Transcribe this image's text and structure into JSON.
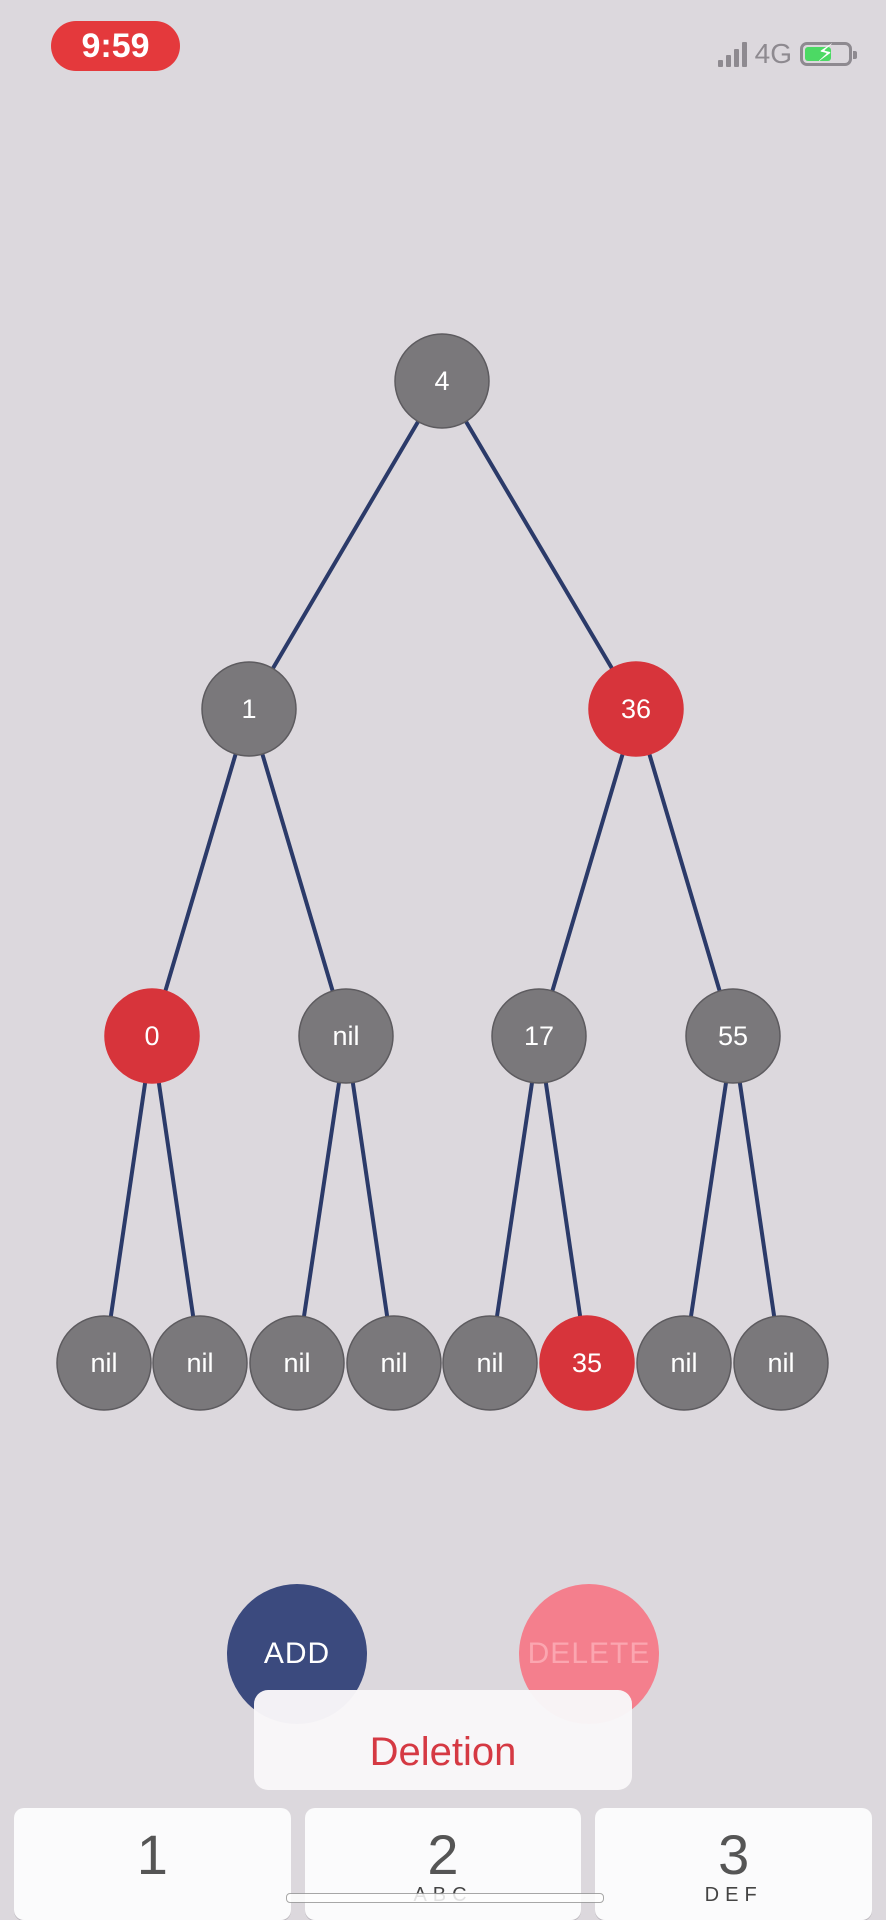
{
  "status_bar": {
    "time": "9:59",
    "network": "4G",
    "time_badge_color": "#e4393c",
    "battery_fill_color": "#4cd964",
    "icons": [
      "signal-icon",
      "battery-charging-icon"
    ]
  },
  "tree": {
    "colors": {
      "black": "#7a787b",
      "red": "#d7343b",
      "edge": "#2b3a69"
    },
    "nodes": [
      {
        "id": "n4",
        "label": "4",
        "color": "black"
      },
      {
        "id": "n1",
        "label": "1",
        "color": "black"
      },
      {
        "id": "n36",
        "label": "36",
        "color": "red"
      },
      {
        "id": "n0",
        "label": "0",
        "color": "red"
      },
      {
        "id": "nilA",
        "label": "nil",
        "color": "black"
      },
      {
        "id": "n17",
        "label": "17",
        "color": "black"
      },
      {
        "id": "n55",
        "label": "55",
        "color": "black"
      },
      {
        "id": "l1",
        "label": "nil",
        "color": "black"
      },
      {
        "id": "l2",
        "label": "nil",
        "color": "black"
      },
      {
        "id": "l3",
        "label": "nil",
        "color": "black"
      },
      {
        "id": "l4",
        "label": "nil",
        "color": "black"
      },
      {
        "id": "l5",
        "label": "nil",
        "color": "black"
      },
      {
        "id": "n35",
        "label": "35",
        "color": "red"
      },
      {
        "id": "l7",
        "label": "nil",
        "color": "black"
      },
      {
        "id": "l8",
        "label": "nil",
        "color": "black"
      }
    ],
    "edges": [
      [
        "n4",
        "n1"
      ],
      [
        "n4",
        "n36"
      ],
      [
        "n1",
        "n0"
      ],
      [
        "n1",
        "nilA"
      ],
      [
        "n36",
        "n17"
      ],
      [
        "n36",
        "n55"
      ],
      [
        "n0",
        "l1"
      ],
      [
        "n0",
        "l2"
      ],
      [
        "nilA",
        "l3"
      ],
      [
        "nilA",
        "l4"
      ],
      [
        "n17",
        "l5"
      ],
      [
        "n17",
        "n35"
      ],
      [
        "n55",
        "l7"
      ],
      [
        "n55",
        "l8"
      ]
    ]
  },
  "actions": {
    "add_label": "ADD",
    "delete_label": "DELETE",
    "add_color": "#3b4a7e",
    "delete_color": "#f47f8d"
  },
  "popup": {
    "text": "Deletion",
    "text_color": "#d5343f"
  },
  "keypad": {
    "keys": [
      {
        "digit": "1",
        "letters": ""
      },
      {
        "digit": "2",
        "letters": "ABC"
      },
      {
        "digit": "3",
        "letters": "DEF"
      }
    ]
  }
}
